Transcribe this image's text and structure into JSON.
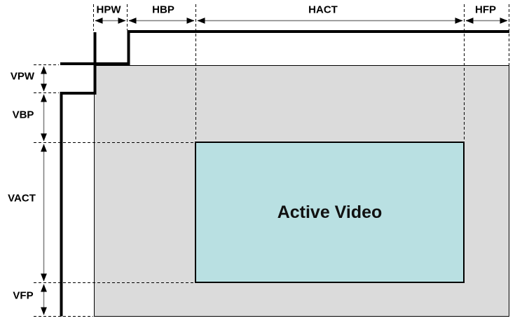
{
  "timing": {
    "horizontal": [
      {
        "label": "HPW"
      },
      {
        "label": "HBP"
      },
      {
        "label": "HACT"
      },
      {
        "label": "HFP"
      }
    ],
    "vertical": [
      {
        "label": "VPW"
      },
      {
        "label": "VBP"
      },
      {
        "label": "VACT"
      },
      {
        "label": "VFP"
      }
    ],
    "active_video": {
      "label": "Active Video"
    },
    "colors": {
      "background": "#FFFFFF",
      "blanking_fill": "#DBDBDB",
      "active_fill": "#B9E0E2",
      "line": "#000000"
    }
  }
}
